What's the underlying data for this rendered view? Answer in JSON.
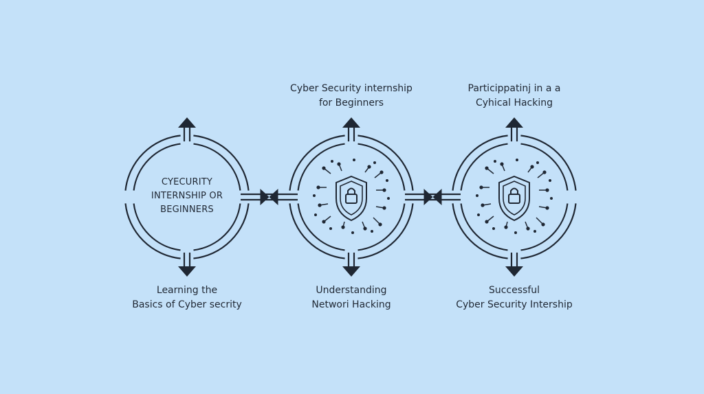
{
  "colors": {
    "background": "#c4e1f9",
    "stroke": "#1f2733"
  },
  "stages": [
    {
      "center_lines": [
        "CYECURITY",
        "INTERNSHIP OR",
        "BEGINNERS"
      ],
      "top_lines": [],
      "bottom_lines": [
        "Learning the",
        "Basics of Cyber secrity"
      ],
      "icon": "none"
    },
    {
      "center_lines": [],
      "top_lines": [
        "Cyber Security internship",
        "for Beginners"
      ],
      "bottom_lines": [
        "Understanding",
        "Networi Hacking"
      ],
      "icon": "shield-lock-icon"
    },
    {
      "center_lines": [],
      "top_lines": [
        "Particippatinj in a a",
        "Cyhical Hacking"
      ],
      "bottom_lines": [
        "Successful",
        "Cyber Security Intership"
      ],
      "icon": "shield-lock-icon"
    }
  ]
}
